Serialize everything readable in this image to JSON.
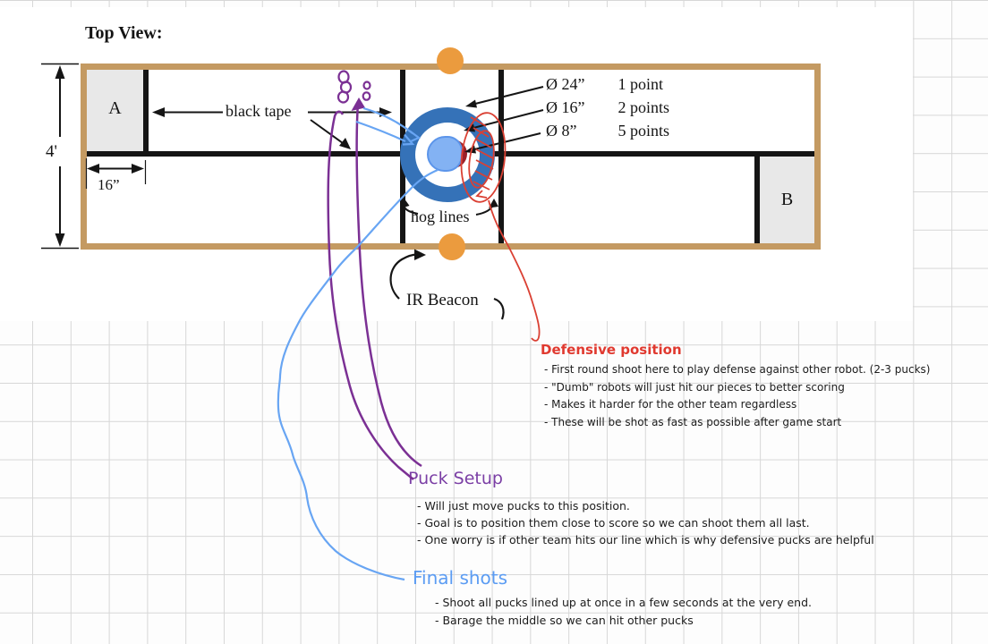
{
  "title": "Top View:",
  "field": {
    "zone_a_label": "A",
    "zone_b_label": "B",
    "height_dim": "4'",
    "zone_width_dim": "16”",
    "tape_label": "black tape",
    "hog_label": "hog lines",
    "beacon_label": "IR Beacon",
    "scoring": [
      {
        "diameter": "Ø 24”",
        "points": "1 point"
      },
      {
        "diameter": "Ø 16”",
        "points": "2 points"
      },
      {
        "diameter": "Ø 8”",
        "points": "5 points"
      }
    ]
  },
  "annotations": {
    "defensive": {
      "heading": "Defensive position",
      "notes": [
        "- First round shoot here to play defense against other robot. (2-3 pucks)",
        "- \"Dumb\" robots will just hit our pieces to better scoring",
        "- Makes it harder for the other team regardless",
        "- These will be shot as fast as possible after game start"
      ]
    },
    "puck_setup": {
      "heading": "Puck Setup",
      "notes": [
        "- Will just move pucks to this position.",
        "- Goal is to position them close to score so we can shoot them all last.",
        "- One worry is if other team hits our line which is why defensive pucks are helpful"
      ]
    },
    "final_shots": {
      "heading": "Final shots",
      "notes": [
        "- Shoot all pucks lined up at once in a few seconds at the very end.",
        "- Barage the middle so we can hit other pucks"
      ]
    }
  },
  "colors": {
    "field_border_tan": "#c49a62",
    "zone_fill_gray": "#e8e8e8",
    "target_ring_blue": "#3572b8",
    "target_center_red": "#9c2128",
    "puck_light_blue": "#83b2f3",
    "beacon_orange": "#eb9b3e",
    "hand_purple": "#7b3094",
    "hand_blue": "#68a5f3",
    "hand_red": "#da4033",
    "defensive_heading": "#e0392f",
    "puck_setup_heading": "#7b3fa5",
    "final_shots_heading": "#5b9cf3",
    "grid_line": "#d7d7d7"
  }
}
